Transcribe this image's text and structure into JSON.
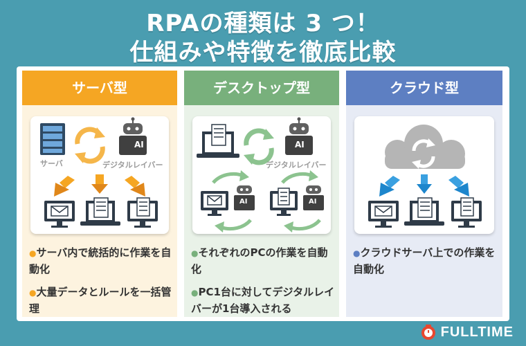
{
  "title": {
    "line1": "RPAの種類は 3 つ！",
    "line2": "仕組みや特徴を徹底比較"
  },
  "columns": [
    {
      "header": "サーバ型",
      "labels": {
        "server": "サーバ",
        "robot": "デジタルレイバー"
      },
      "bullets": [
        "サーバ内で統括的に作業を自動化",
        "大量データとルールを一括管理"
      ]
    },
    {
      "header": "デスクトップ型",
      "labels": {
        "robot": "デジタルレイバー"
      },
      "bullets": [
        "それぞれのPCの作業を自動化",
        "PC1台に対してデジタルレイバーが1台導入される"
      ]
    },
    {
      "header": "クラウド型",
      "bullets": [
        "クラウドサーバ上での作業を自動化"
      ]
    }
  ],
  "robot_badge": "AI",
  "logo": {
    "text": "FULLTIME"
  },
  "colors": {
    "server": "#f5a623",
    "desktop": "#78b07c",
    "cloud": "#5d7fc2",
    "background": "#4a9db0"
  }
}
